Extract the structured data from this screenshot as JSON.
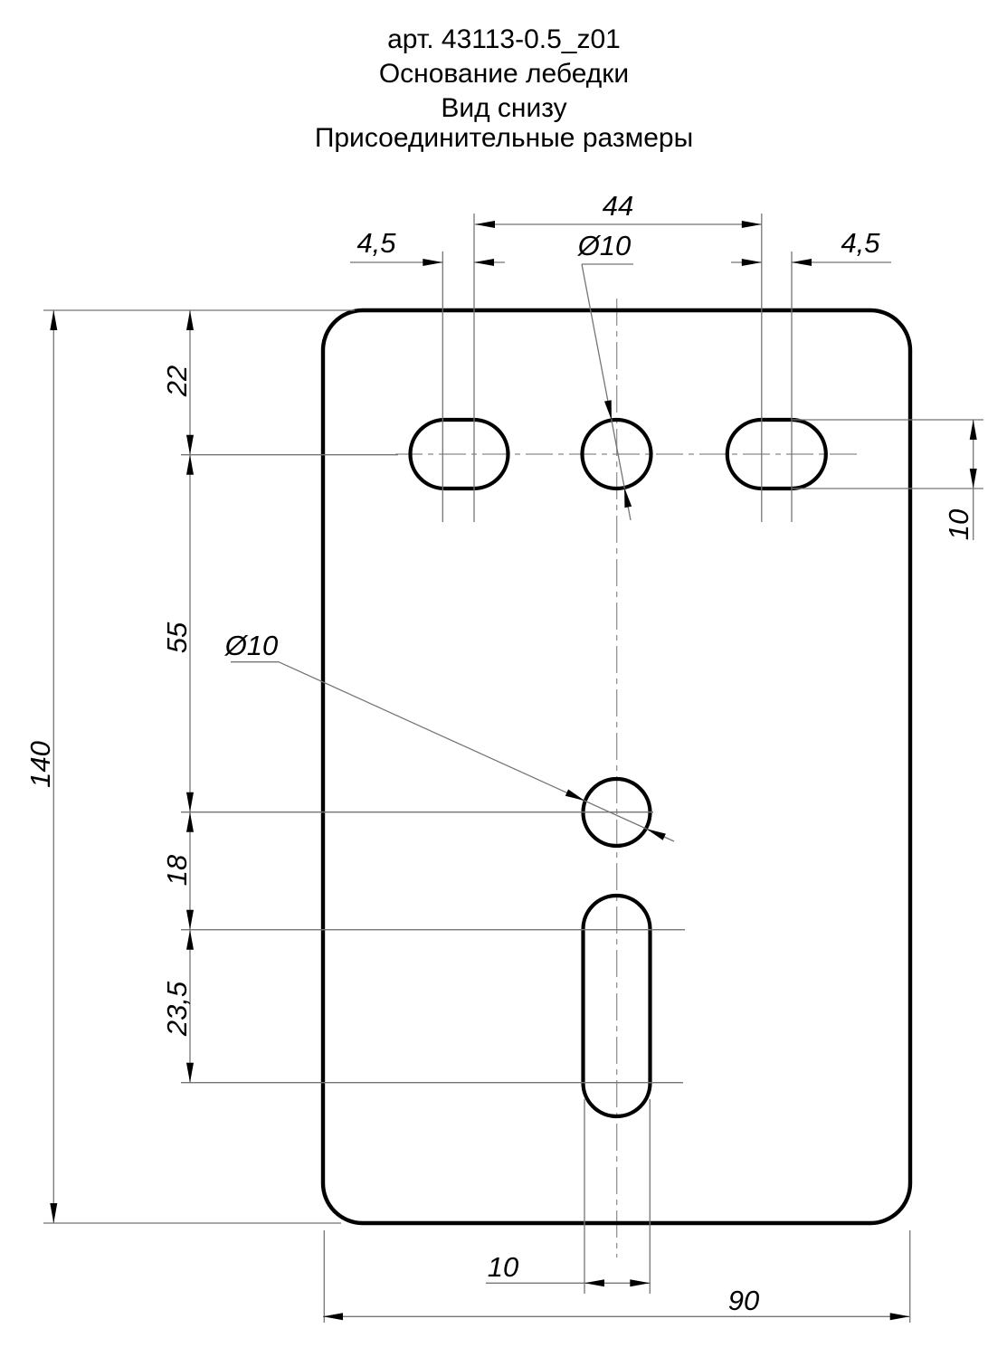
{
  "title": {
    "line1": "арт. 43113-0.5_z01",
    "line2": "Основание лебедки",
    "line3": "Вид снизу",
    "line4": "Присоединительные размеры"
  },
  "dimensions": {
    "top_hole_span": "44",
    "slot_offset_left": "4,5",
    "slot_offset_right": "4,5",
    "top_hole_diameter": "Ø10",
    "middle_hole_diameter": "Ø10",
    "edge_to_top_holes": "22",
    "top_holes_to_middle_hole": "55",
    "middle_hole_to_slot": "18",
    "slot_arc_span": "23,5",
    "plate_height": "140",
    "right_slot_width": "10",
    "bottom_slot_width": "10",
    "plate_width": "90"
  },
  "colors": {
    "background": "#ffffff",
    "outline": "#000000",
    "thin_line": "#757575",
    "text": "#000000"
  }
}
